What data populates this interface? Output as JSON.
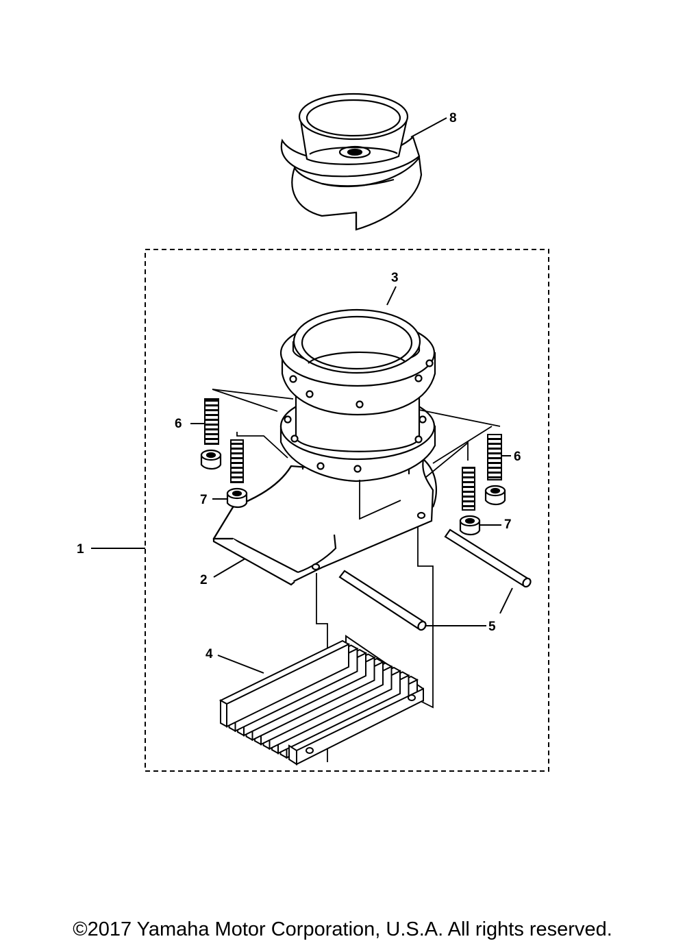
{
  "callouts": {
    "c1": "1",
    "c2": "2",
    "c3": "3",
    "c4": "4",
    "c5": "5",
    "c6a": "6",
    "c6b": "6",
    "c7a": "7",
    "c7b": "7",
    "c8": "8"
  },
  "footer": {
    "copyright": "©2017 Yamaha Motor Corporation, U.S.A. All rights reserved."
  },
  "colors": {
    "line": "#000000",
    "background": "#ffffff"
  }
}
